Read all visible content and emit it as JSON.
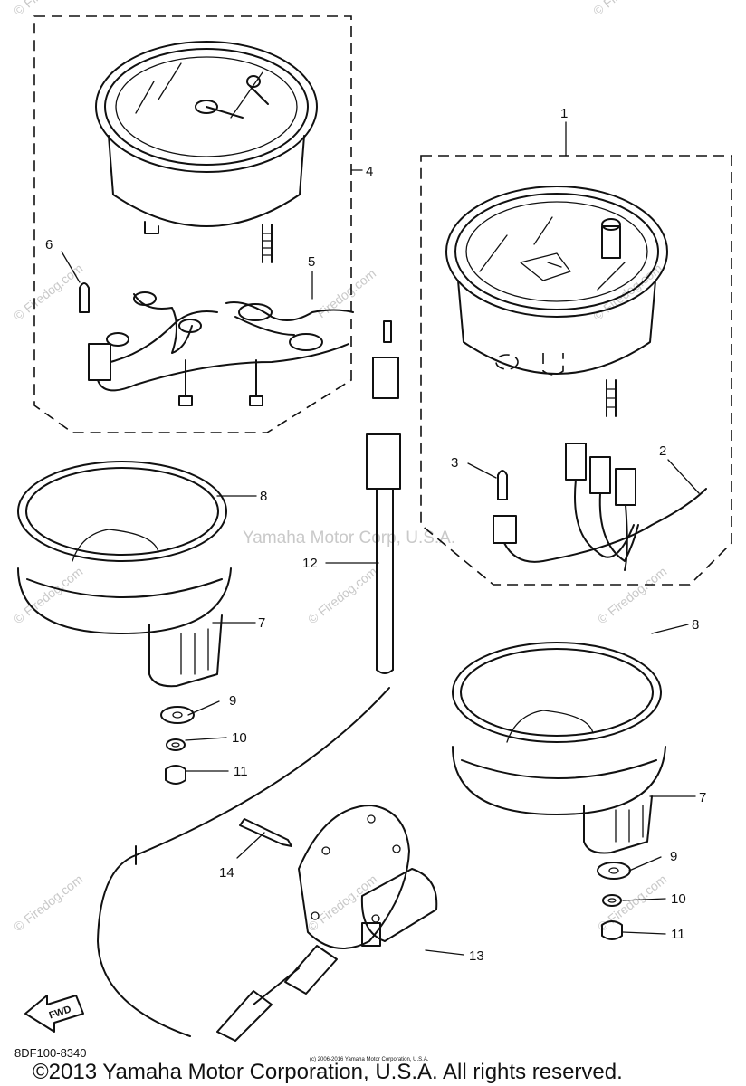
{
  "diagram": {
    "part_code": "8DF100-8340",
    "direction_marker": "FWD",
    "watermark_center": "Yamaha Motor Corp, U.S.A.",
    "watermark_site": "© Firedog.com",
    "watermark_site_short": "Firedog.com",
    "copyright": "©2013 Yamaha Motor Corporation, U.S.A. All rights reserved.",
    "fine_print": "(c) 2006-2016 Yamaha Motor Corporation, U.S.A."
  },
  "callouts": {
    "c1": "1",
    "c2": "2",
    "c3": "3",
    "c4": "4",
    "c5": "5",
    "c6": "6",
    "c7a": "7",
    "c7b": "7",
    "c8a": "8",
    "c8b": "8",
    "c9a": "9",
    "c9b": "9",
    "c10a": "10",
    "c10b": "10",
    "c11a": "11",
    "c11b": "11",
    "c12": "12",
    "c13": "13",
    "c14": "14"
  }
}
